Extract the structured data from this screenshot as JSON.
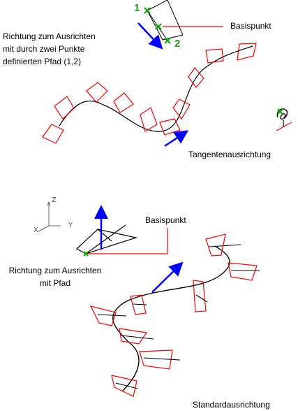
{
  "colors": {
    "tile": "#ff0000",
    "path": "#000000",
    "arrow": "#0000ff",
    "marker": "#00aa00",
    "number": "#1b9e1b",
    "axis": "#666666"
  },
  "top_diagram": {
    "basepoint_label": "Basispunkt",
    "direction_label_lines": [
      "Richtung zum Ausrichten",
      "mit durch zwei Punkte",
      "definierten Pfad (1,2)"
    ],
    "point1_label": "1",
    "point2_label": "2",
    "tangent_label": "Tangentenausrichtung"
  },
  "bottom_diagram": {
    "basepoint_label": "Basispunkt",
    "direction_label_lines": [
      "Richtung zum Ausrichten",
      "mit Pfad"
    ],
    "default_label": "Standardausrichtung",
    "ucs_icon": {
      "z": "Z",
      "x": "X",
      "y": "Y"
    }
  }
}
